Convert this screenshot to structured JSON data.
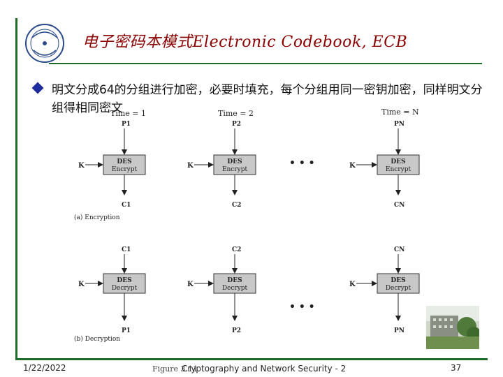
{
  "slide": {
    "title": "电子密码本模式Electronic Codebook, ECB",
    "bullet": "明文分成64的分组进行加密，必要时填充，每个分组用同一密钥加密，同样明文分组得相同密文",
    "footer": {
      "date": "1/22/2022",
      "course": "Cryptography and Network Security - 2",
      "figure_caption": "Figure 3.11",
      "page": "37"
    }
  },
  "diagram": {
    "encryption": {
      "time_labels": [
        "Time = 1",
        "Time = 2",
        "Time = N"
      ],
      "inputs": [
        "P1",
        "P2",
        "PN"
      ],
      "box_label_1": "DES",
      "box_label_2": "Encrypt",
      "key": "K",
      "outputs": [
        "C1",
        "C2",
        "CN"
      ],
      "caption": "(a) Encryption"
    },
    "decryption": {
      "inputs": [
        "C1",
        "C2",
        "CN"
      ],
      "box_label_1": "DES",
      "box_label_2": "Decrypt",
      "key": "K",
      "outputs": [
        "P1",
        "P2",
        "PN"
      ],
      "caption": "(b) Decryption"
    },
    "ellipsis": "• • •"
  },
  "colors": {
    "accent_green": "#1f6b2a",
    "title_red": "#8b0000",
    "bullet_blue": "#1f2e9e",
    "box_gray": "#c8c8c8"
  }
}
